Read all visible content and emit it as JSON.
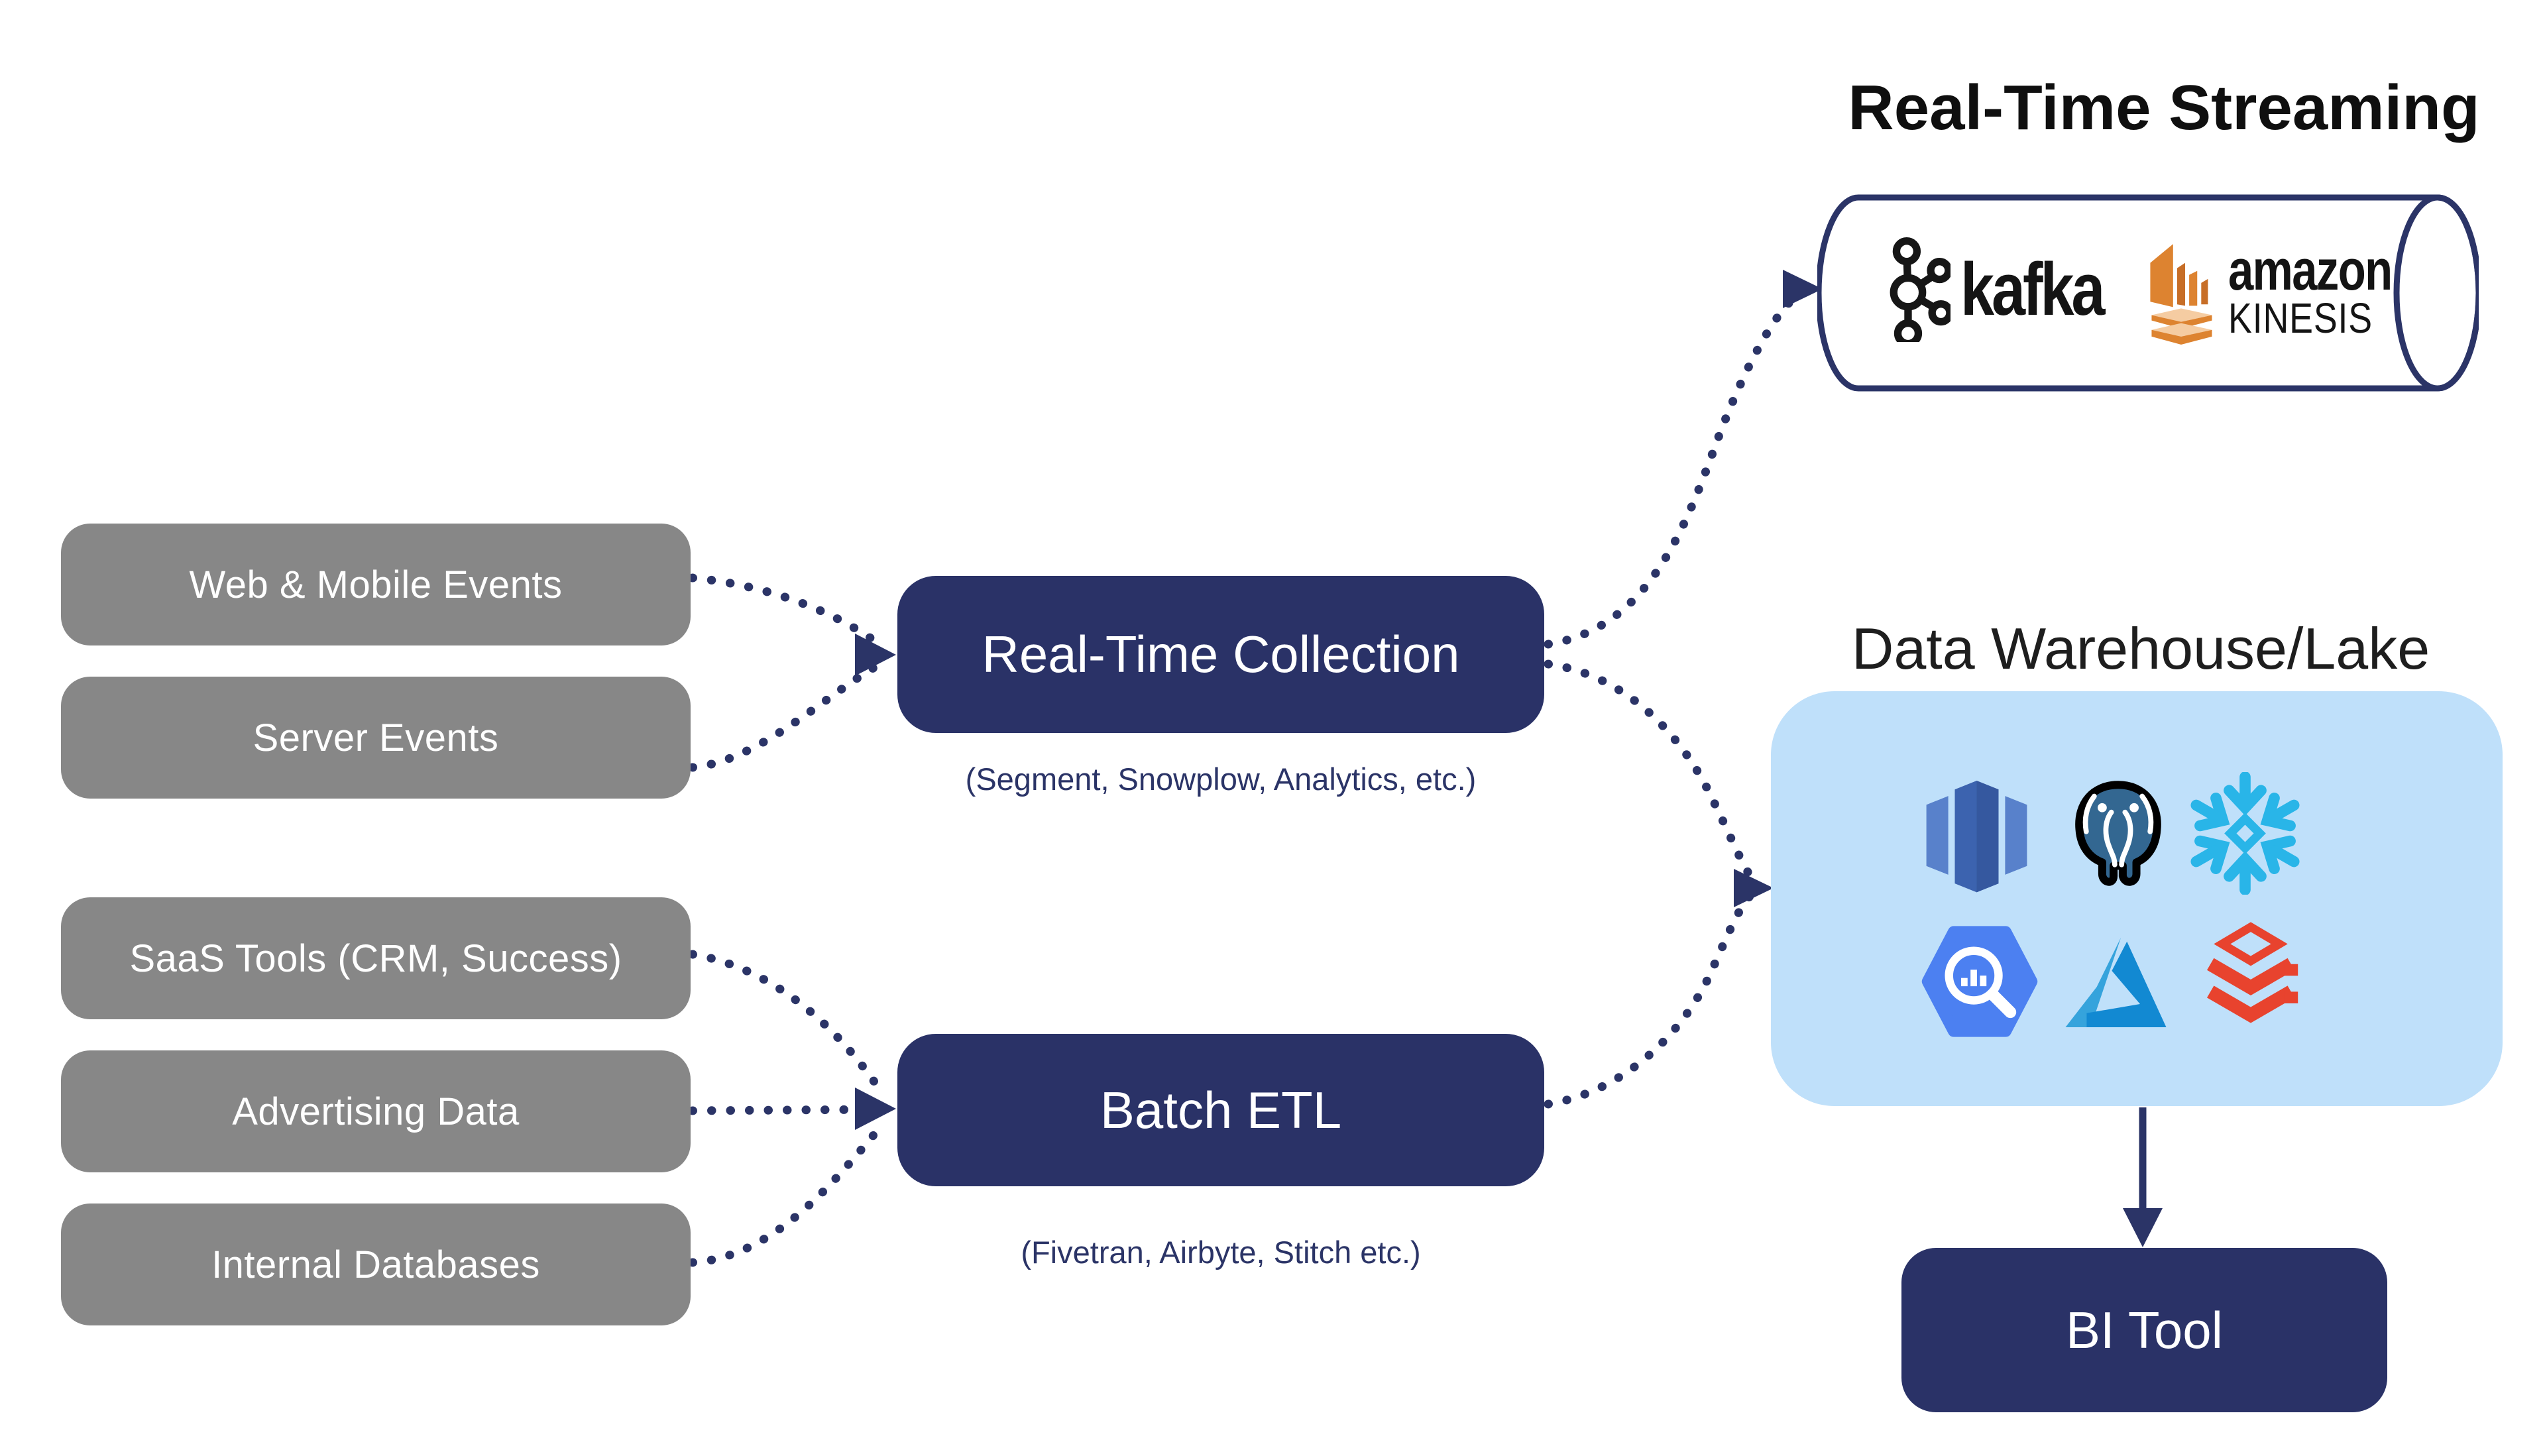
{
  "colors": {
    "navy_box": "#2A3267",
    "connector_navy": "#2B3467",
    "source_gray": "#878787",
    "warehouse_blue": "#BFE0FA",
    "snowflake_blue": "#29B5E8",
    "databricks_red": "#E8432E",
    "azure_blue": "#1289D2",
    "bigquery_blue": "#4C80F1",
    "kinesis_orange": "#DD8330",
    "redshift_dark_blue": "#3C63AF",
    "redshift_light_blue": "#5881CB",
    "postgres_teal": "#336791",
    "kafka_black": "#161616"
  },
  "sources": [
    {
      "label": "Web & Mobile Events"
    },
    {
      "label": "Server Events"
    },
    {
      "label": "SaaS Tools (CRM, Success)"
    },
    {
      "label": "Advertising Data"
    },
    {
      "label": "Internal Databases"
    }
  ],
  "processes": {
    "realtime": {
      "label": "Real-Time Collection",
      "caption": "(Segment, Snowplow, Analytics, etc.)"
    },
    "batch": {
      "label": "Batch ETL",
      "caption": "(Fivetran, Airbyte, Stitch etc.)"
    }
  },
  "streaming": {
    "title": "Real-Time Streaming",
    "kafka_wordmark": "kafka",
    "amazon_wordmark": "amazon",
    "kinesis_wordmark": "KINESIS",
    "icons": [
      "kafka-icon",
      "amazon-kinesis-icon"
    ]
  },
  "warehouse": {
    "title": "Data Warehouse/Lake",
    "icons": [
      "redshift-icon",
      "postgresql-icon",
      "snowflake-icon",
      "bigquery-icon",
      "azure-icon",
      "databricks-icon"
    ]
  },
  "bi": {
    "label": "BI Tool"
  }
}
